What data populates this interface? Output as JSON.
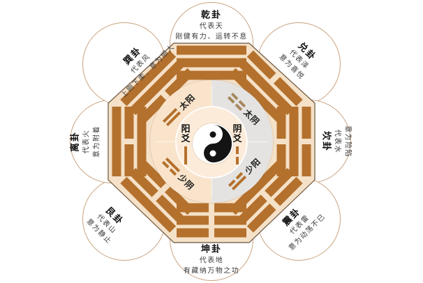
{
  "colors": {
    "bar": "#b4712d",
    "octagon_fill": "#f5e1c8",
    "ring_peach": "#f9e4cb",
    "ring_gray": "#e4e3e1",
    "taiyin_line": "#a8875f"
  },
  "petals": [
    {
      "name": "乾卦",
      "line1": "代表天",
      "line2": "刚健有力、运转不息"
    },
    {
      "name": "兑卦",
      "line1": "代表泽",
      "line2": "意为喜悦"
    },
    {
      "name": "坎卦",
      "line1": "代表水",
      "line2": "意为险陷"
    },
    {
      "name": "震卦",
      "line1": "代表雷",
      "line2": "意为动荡不已"
    },
    {
      "name": "坤卦",
      "line1": "代表地",
      "line2": "有藏纳万物之功"
    },
    {
      "name": "艮卦",
      "line1": "代表山",
      "line2": "意为静止"
    },
    {
      "name": "离卦",
      "line1": "代表火",
      "line2": "意为附着"
    },
    {
      "name": "巽卦",
      "line1": "代表风",
      "line2": "上刚下柔、意为顺人"
    }
  ],
  "trigrams": [
    {
      "name": "qian",
      "lines": [
        "yang",
        "yang",
        "yang"
      ]
    },
    {
      "name": "dui",
      "lines": [
        "yin",
        "yang",
        "yang"
      ]
    },
    {
      "name": "kan",
      "lines": [
        "yin",
        "yang",
        "yin"
      ]
    },
    {
      "name": "zhen",
      "lines": [
        "yin",
        "yin",
        "yang"
      ]
    },
    {
      "name": "kun",
      "lines": [
        "yin",
        "yin",
        "yin"
      ]
    },
    {
      "name": "gen",
      "lines": [
        "yang",
        "yin",
        "yin"
      ]
    },
    {
      "name": "li",
      "lines": [
        "yang",
        "yin",
        "yang"
      ]
    },
    {
      "name": "xun",
      "lines": [
        "yang",
        "yang",
        "yin"
      ]
    }
  ],
  "sixiang": [
    {
      "label": "太阳",
      "lines": [
        "yang",
        "yang"
      ]
    },
    {
      "label": "太阴",
      "lines": [
        "yin",
        "yin"
      ],
      "color": "#a8875f"
    },
    {
      "label": "少阴",
      "lines": [
        "yang",
        "yin"
      ]
    },
    {
      "label": "少阳",
      "lines": [
        "yin",
        "yang"
      ]
    }
  ],
  "yao": {
    "yang": "阳爻",
    "yin": "阴爻"
  }
}
